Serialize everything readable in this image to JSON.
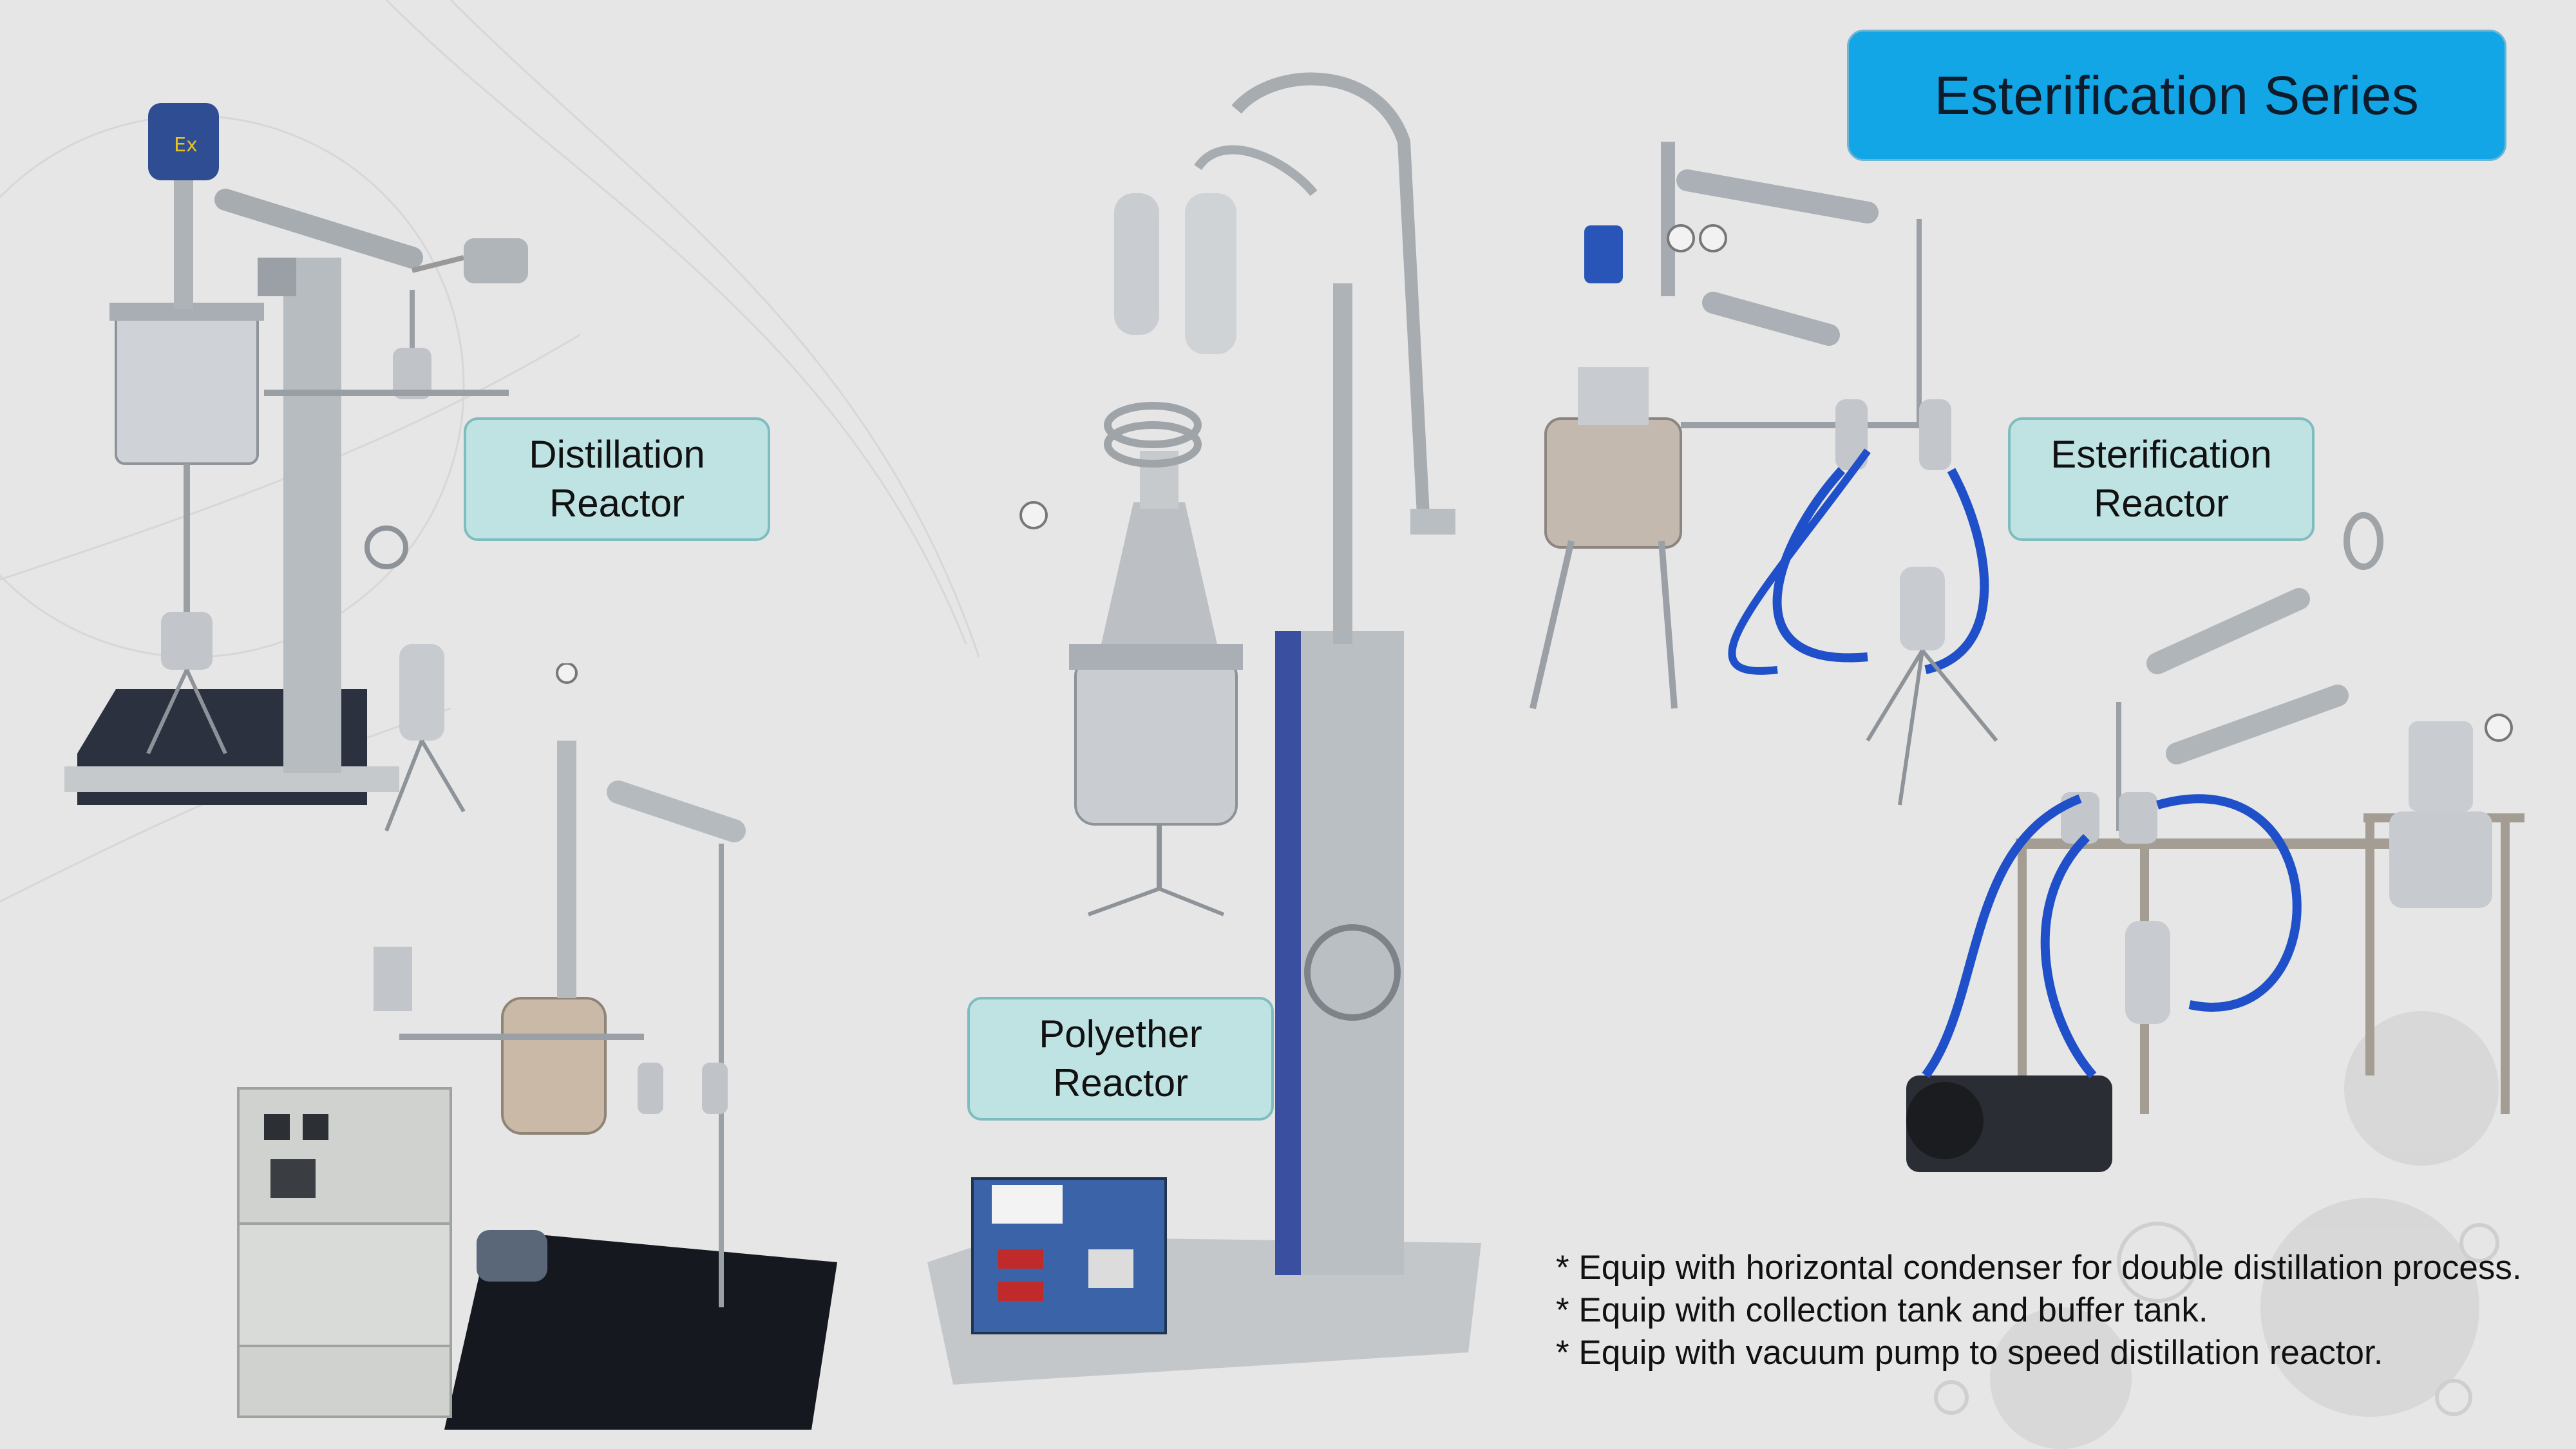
{
  "title": "Esterification Series",
  "labels": {
    "distillation": {
      "line1": "Distillation",
      "line2": "Reactor"
    },
    "esterification": {
      "line1": "Esterification",
      "line2": "Reactor"
    },
    "polyether": {
      "line1": "Polyether",
      "line2": "Reactor"
    }
  },
  "notes": [
    "* Equip with horizontal condenser for double distillation process.",
    "* Equip with collection tank and buffer tank.",
    "* Equip with vacuum pump to speed distillation reactor."
  ],
  "colors": {
    "background": "#e6e6e6",
    "title_banner": "#12a6e6",
    "label_fill": "#bfe3e3",
    "label_border": "#7fbcbf",
    "steel": "#b9bec3",
    "hose_blue": "#1f4fc9"
  },
  "images": [
    "distillation-reactor-photo",
    "distillation-unit-with-control-cabinet-photo",
    "polyether-reactor-photo",
    "esterification-reactor-photo",
    "esterification-unit-with-vacuum-pump-photo"
  ]
}
